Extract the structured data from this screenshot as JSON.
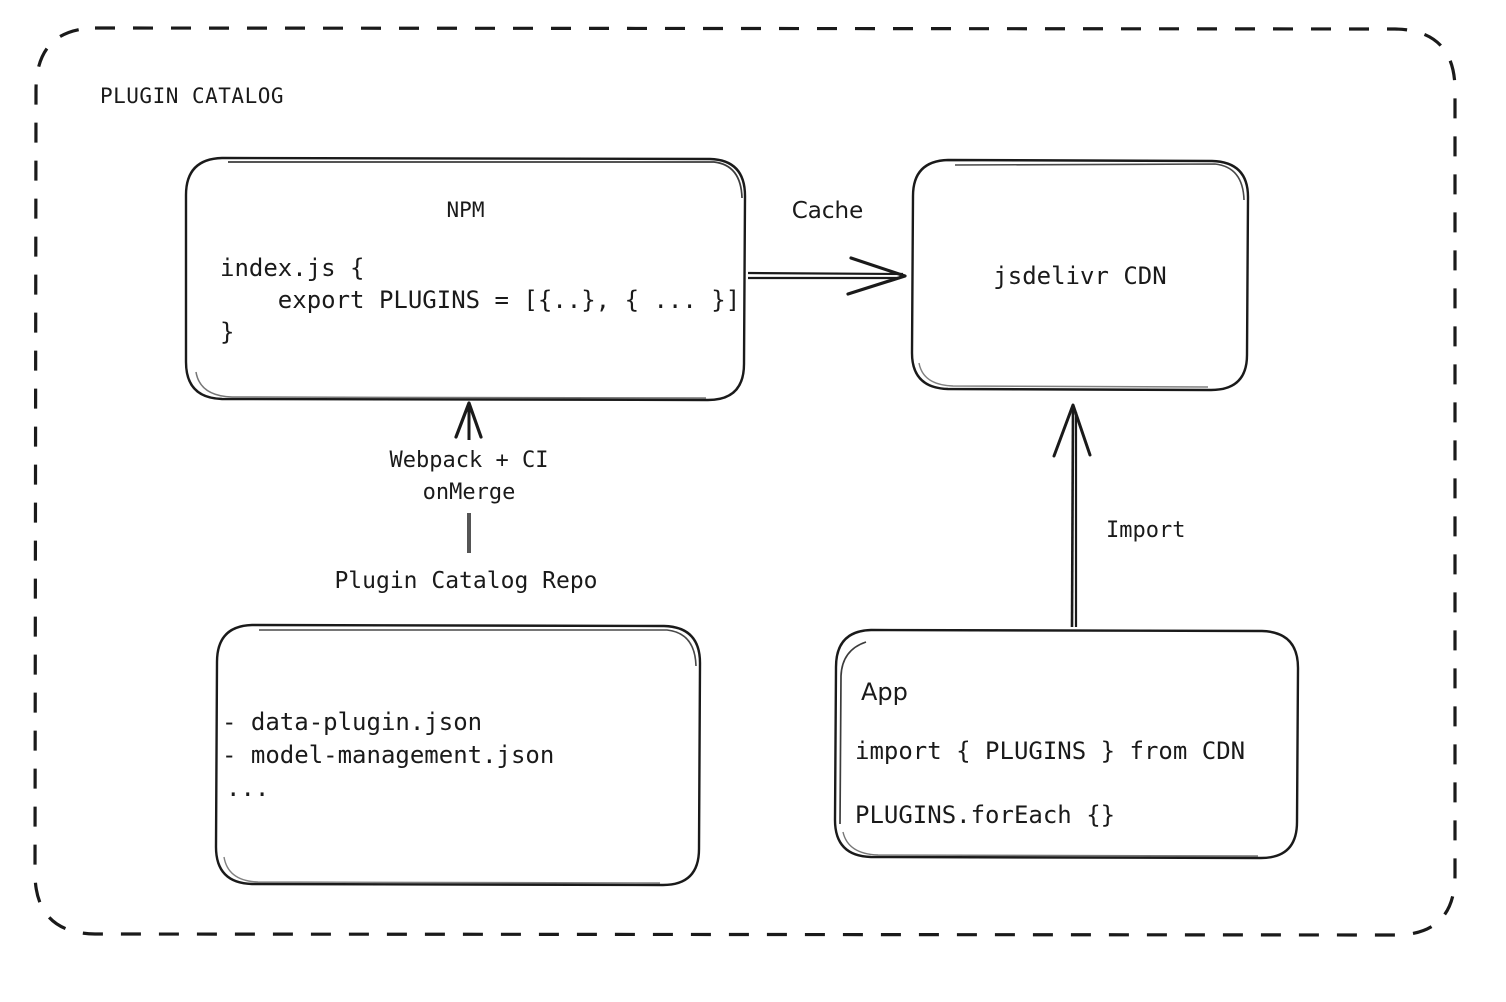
{
  "diagram": {
    "group": {
      "title": "PLUGIN CATALOG",
      "border_style": "dashed",
      "stroke_color": "#1a1a1a"
    },
    "nodes": {
      "npm": {
        "title": "NPM",
        "code_lines": [
          "index.js {",
          "    export PLUGINS = [{..}, { ... }]",
          "}"
        ]
      },
      "cdn": {
        "label": "jsdelivr CDN"
      },
      "repo": {
        "outside_label": "Plugin Catalog Repo",
        "lines": [
          "- data-plugin.json",
          "- model-management.json",
          "..."
        ]
      },
      "app": {
        "title": "App",
        "code_lines": [
          "import { PLUGINS } from CDN",
          "PLUGINS.forEach {}"
        ]
      }
    },
    "edges": {
      "cache": {
        "label": "Cache",
        "from": "npm",
        "to": "cdn",
        "direction": "right"
      },
      "build": {
        "label_line1": "Webpack + CI",
        "label_line2": "onMerge",
        "from": "repo",
        "to": "npm",
        "direction": "up"
      },
      "import": {
        "label": "Import",
        "from": "app",
        "to": "cdn",
        "direction": "up"
      }
    }
  }
}
